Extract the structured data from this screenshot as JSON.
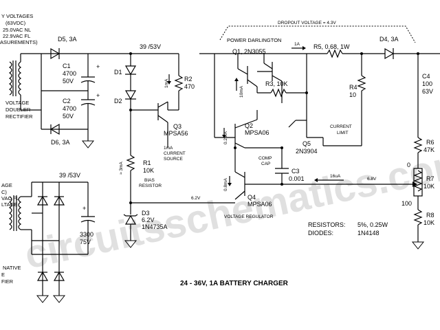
{
  "title": "24 - 36V, 1A BATTERY CHARGER",
  "watermark": "circuitsschematics.com",
  "supply_top": {
    "lines": [
      "Y VOLTAGES",
      "(63VDC)",
      "25.0VAC NL",
      "22.9VAC FL",
      "ASUREMENTS)"
    ],
    "doubler_label": [
      "VOLTAGE",
      "DOUBLER",
      "RECTIFIER"
    ]
  },
  "supply_bottom": {
    "lines": [
      "AGE",
      "C)",
      "VAC FL",
      "LTAGE"
    ],
    "alt_label": [
      "NATIVE",
      "E",
      "FIER"
    ],
    "rail_voltage": "39 /53V"
  },
  "dropout_label": "DROPOUT VOLTAGE = 4.3V",
  "rail_voltage": "39 /53V",
  "components": {
    "D5": "D5, 3A",
    "D6": "D6, 3A",
    "C1": [
      "C1",
      "4700",
      "50V"
    ],
    "C2": [
      "C2",
      "4700",
      "50V"
    ],
    "D1": "D1",
    "D2": "D2",
    "R2": [
      "R2",
      "470"
    ],
    "R2_current": "1mA",
    "Q1": [
      "POWER DARLINGTON",
      "Q1, 2N3055"
    ],
    "R3": "R3, 10K",
    "Q1_current": "10mA",
    "R5": "R5, 0.68, 1W",
    "R5_current": "1A",
    "D4": "D4, 3A",
    "R4": [
      "R4",
      "10"
    ],
    "C4": [
      "C4",
      "100",
      "63V"
    ],
    "Q3": [
      "Q3",
      "MPSA56"
    ],
    "Q3_note": [
      "1mA",
      "CURRENT",
      "SOURCE"
    ],
    "Q2": [
      "Q2",
      "MPSA06"
    ],
    "Q2_current": "0.2mA",
    "Q5": [
      "Q5",
      "2N3904"
    ],
    "Q5_note": [
      "CURRENT",
      "LIMIT"
    ],
    "R1": [
      "R1",
      "10K"
    ],
    "R1_current": "≈ 3mA",
    "R1_note": [
      "BIAS",
      "RESISTOR"
    ],
    "comp_cap": [
      "COMP",
      "CAP"
    ],
    "C3": [
      "C3",
      "0.001"
    ],
    "Q4": [
      "Q4",
      "MPSA06"
    ],
    "Q4_current": "0.8mA",
    "Q4_note": "VOLTAGE REGULATOR",
    "node_6_2": "6.2V",
    "sense_current": "16uA",
    "sense_voltage": "6.8V",
    "D3": [
      "D3",
      "6.2V",
      "1N4735A"
    ],
    "R6": [
      "R6",
      "47K"
    ],
    "R7": [
      "R7",
      "10K"
    ],
    "R8": [
      "R8",
      "10K"
    ],
    "pot_top": "0",
    "pot_bottom": "100",
    "C_bottom": [
      "3300",
      "75V"
    ]
  },
  "notes": {
    "resistors_label": "RESISTORS:",
    "resistors_value": "5%, 0.25W",
    "diodes_label": "DIODES:",
    "diodes_value": "1N4148"
  }
}
